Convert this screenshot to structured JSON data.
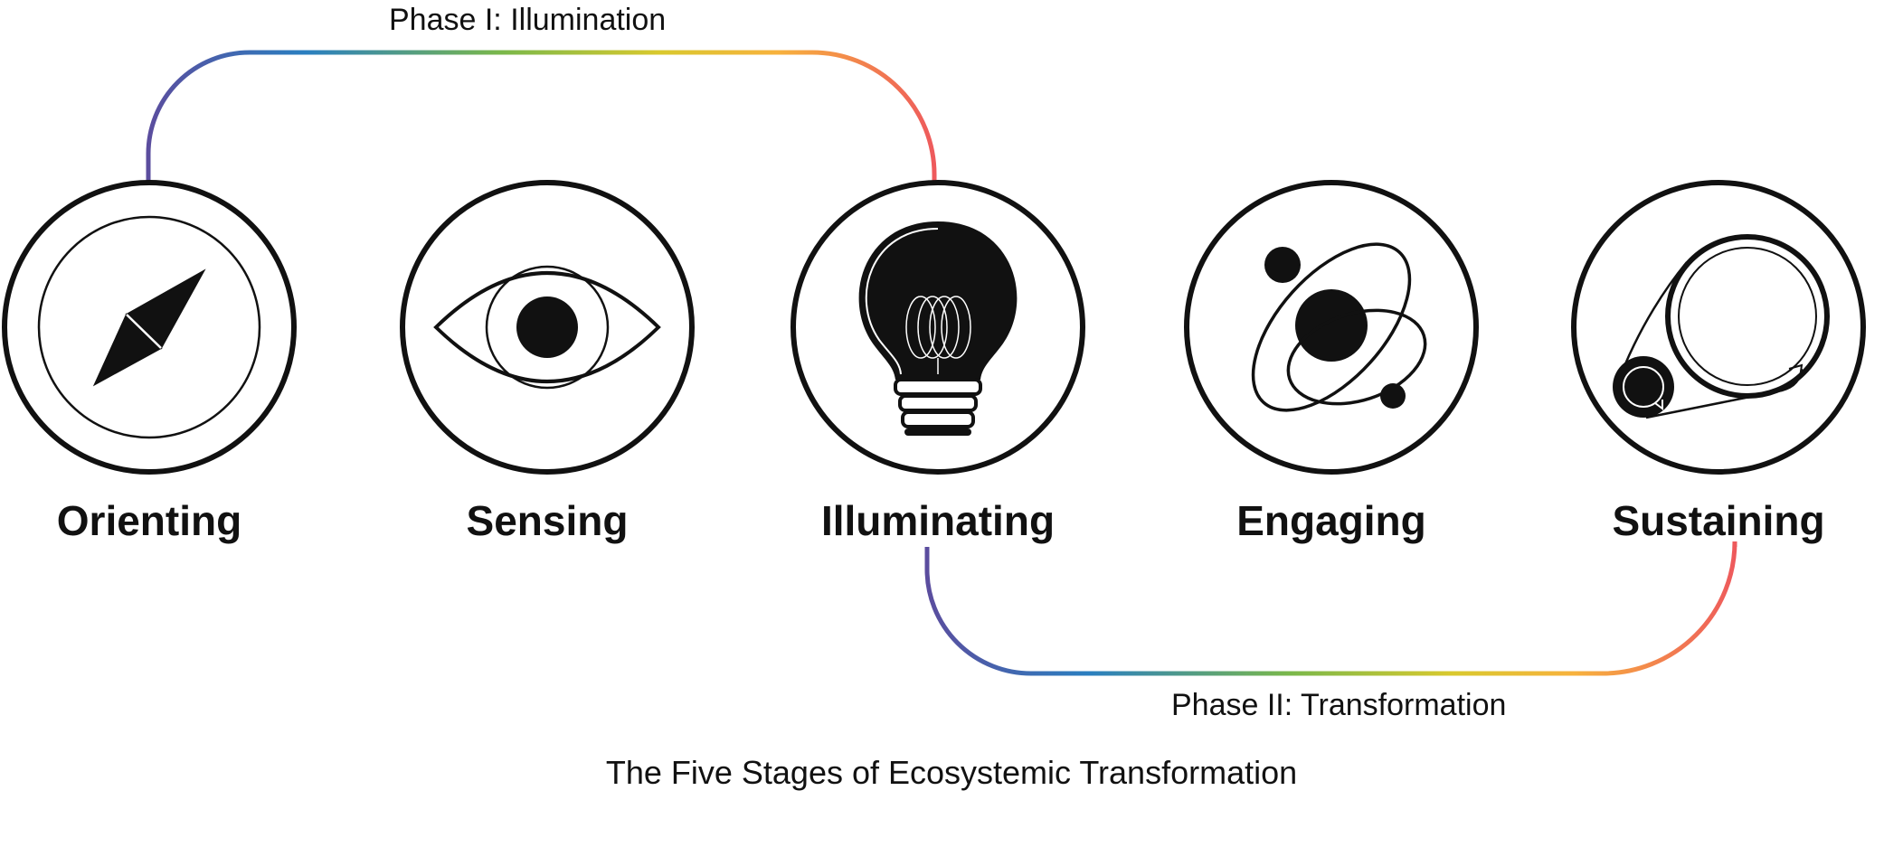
{
  "phases": [
    {
      "label": "Phase I: Illumination"
    },
    {
      "label": "Phase II: Transformation"
    }
  ],
  "stages": [
    {
      "label": "Orienting",
      "icon": "compass-icon"
    },
    {
      "label": "Sensing",
      "icon": "eye-icon"
    },
    {
      "label": "Illuminating",
      "icon": "lightbulb-icon"
    },
    {
      "label": "Engaging",
      "icon": "orbit-icon"
    },
    {
      "label": "Sustaining",
      "icon": "cycle-icon"
    }
  ],
  "caption": "The Five Stages of Ecosystemic Transformation",
  "colors": {
    "gradient": [
      "#5b4d9e",
      "#2a7fc0",
      "#7ab84a",
      "#d9c92e",
      "#f7b23d",
      "#ee5a5c"
    ],
    "ink": "#111111"
  }
}
